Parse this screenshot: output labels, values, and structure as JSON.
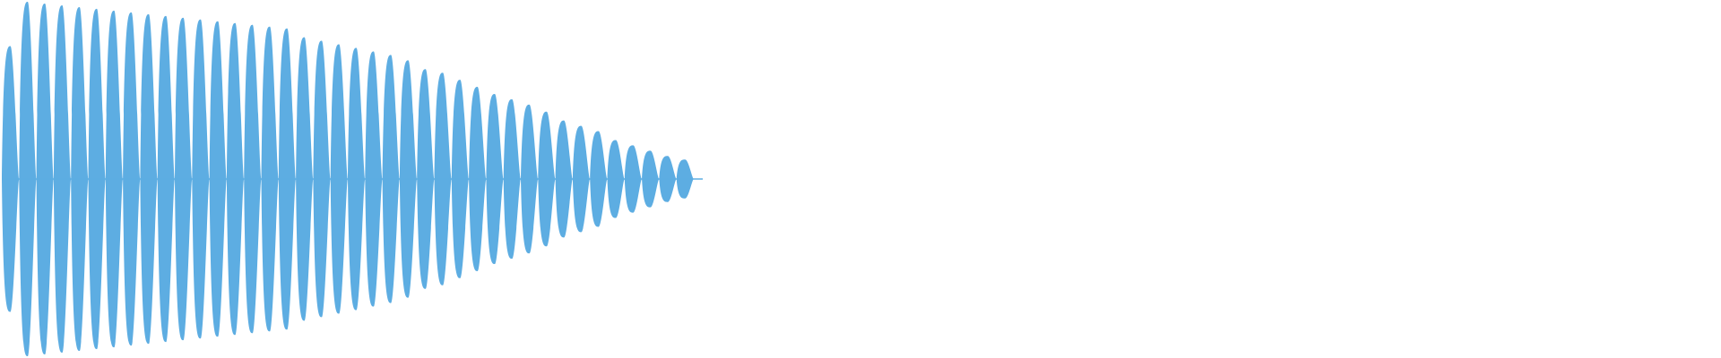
{
  "waveform": {
    "color": "#5dade2",
    "cycles": 40,
    "envelope": [
      0.75,
      1.0,
      0.99,
      0.98,
      0.97,
      0.96,
      0.95,
      0.94,
      0.93,
      0.92,
      0.91,
      0.9,
      0.89,
      0.88,
      0.87,
      0.86,
      0.85,
      0.8,
      0.78,
      0.76,
      0.74,
      0.72,
      0.7,
      0.67,
      0.62,
      0.6,
      0.56,
      0.52,
      0.48,
      0.45,
      0.42,
      0.38,
      0.33,
      0.3,
      0.27,
      0.22,
      0.19,
      0.16,
      0.13,
      0.11
    ]
  }
}
